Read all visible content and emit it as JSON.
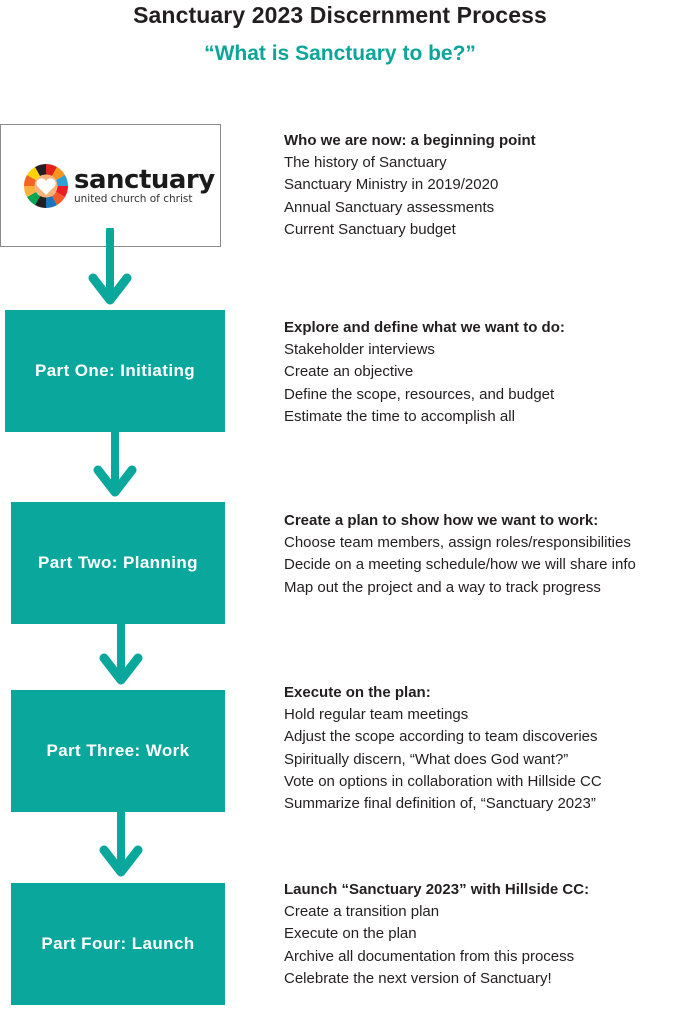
{
  "title": "Sanctuary 2023 Discernment Process",
  "subtitle": "“What is Sanctuary to be?”",
  "colors": {
    "teal": "#0aa89c",
    "text": "#231f20",
    "logo_border": "#8a8a8a"
  },
  "logo": {
    "icon": "rainbow-heart-wreath-icon",
    "name": "sanctuary",
    "tagline": "united church of christ"
  },
  "stages": [
    {
      "label": "",
      "heading": "Who we are now: a beginning point",
      "items": [
        "The history of Sanctuary",
        "Sanctuary Ministry in 2019/2020",
        "Annual Sanctuary assessments",
        "Current Sanctuary budget"
      ]
    },
    {
      "label": "Part One: Initiating",
      "heading": "Explore and define what we want to do:",
      "items": [
        "Stakeholder interviews",
        "Create an objective",
        "Define the scope, resources, and budget",
        "Estimate the time to accomplish all"
      ]
    },
    {
      "label": "Part Two: Planning",
      "heading": "Create a plan to show how we want to work:",
      "items": [
        "Choose team members, assign roles/responsibilities",
        "Decide on a meeting schedule/how we will share info",
        "Map out the project and a way to track progress"
      ]
    },
    {
      "label": "Part Three: Work",
      "heading": "Execute on the plan:",
      "items": [
        "Hold regular team meetings",
        "Adjust the scope according to team discoveries",
        "Spiritually discern, “What does God want?”",
        "Vote on options in collaboration with Hillside CC",
        "Summarize final definition of, “Sanctuary 2023”"
      ]
    },
    {
      "label": "Part Four: Launch",
      "heading": "Launch “Sanctuary 2023” with Hillside CC:",
      "items": [
        "Create a transition plan",
        "Execute on the plan",
        "Archive all documentation from this process",
        "Celebrate the next version of Sanctuary!"
      ]
    }
  ]
}
